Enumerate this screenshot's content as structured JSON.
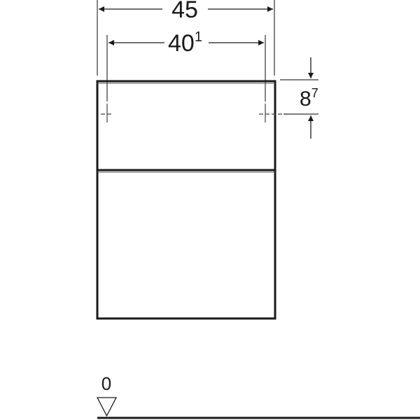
{
  "drawing": {
    "type": "technical dimension drawing",
    "subject": "cabinet front elevation with two drawers",
    "dimensions": {
      "overall_width": {
        "value": "45",
        "superscript": ""
      },
      "inner_width": {
        "value": "40",
        "superscript": "1"
      },
      "top_offset": {
        "value": "8",
        "superscript": "7"
      }
    },
    "floor_level": {
      "label": "0"
    },
    "colors": {
      "line": "#1a1a1a",
      "background": "#ffffff",
      "thin_line": "#333333"
    }
  }
}
